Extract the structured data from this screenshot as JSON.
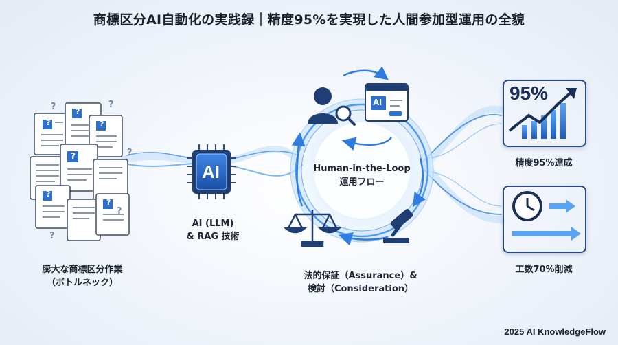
{
  "title": "商標区分AI自動化の実践録｜精度95%を実現した人間参加型運用の全貌",
  "left": {
    "label_line1": "膨大な商標区分作業",
    "label_line2": "（ボトルネック）",
    "doc_mark": "?"
  },
  "ai_chip": {
    "chip_text": "AI",
    "label_line1": "AI (LLM)",
    "label_line2": "& RAG 技術"
  },
  "loop": {
    "center_line1": "Human-in-the-Loop",
    "center_line2": "運用フロー",
    "screen_text": "AI",
    "label_line1": "法的保証（Assurance）&",
    "label_line2": "検討（Consideration）"
  },
  "results": {
    "accuracy_value": "95%",
    "accuracy_label": "精度95%達成",
    "effort_label": "工数70%削減"
  },
  "footer": "2025 AI KnowledgeFlow",
  "colors": {
    "accent": "#2f7de0",
    "dark": "#1a2e57",
    "glow": "#7fb8ff"
  }
}
